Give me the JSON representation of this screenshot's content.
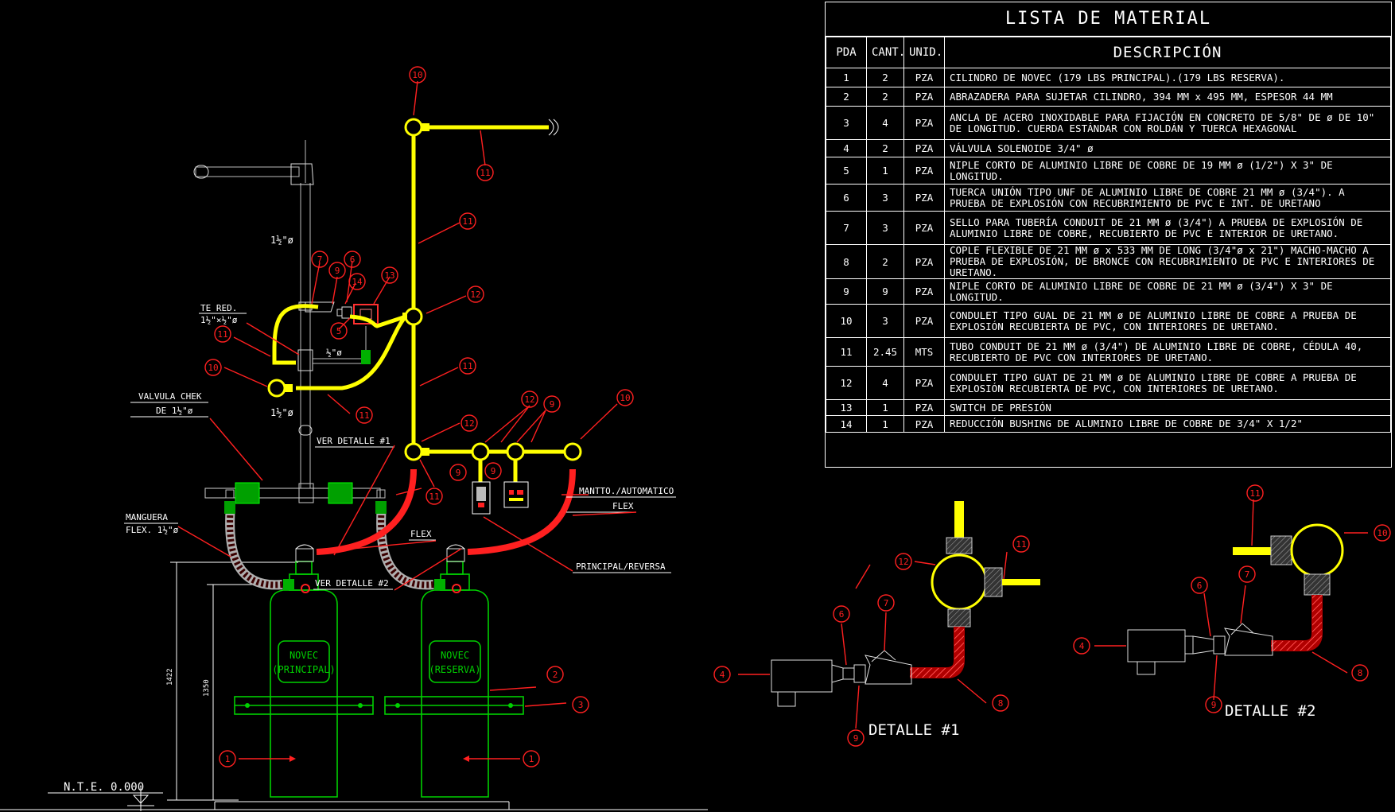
{
  "bom": {
    "title": "LISTA   DE  MATERIAL",
    "headers": {
      "pda": "PDA",
      "cant": "CANT.",
      "unid": "UNID.",
      "desc": "DESCRIPCIÓN"
    },
    "rows": [
      {
        "pda": "1",
        "cant": "2",
        "unid": "PZA",
        "desc": "CILINDRO DE NOVEC (179 LBS PRINCIPAL).(179 LBS RESERVA)."
      },
      {
        "pda": "2",
        "cant": "2",
        "unid": "PZA",
        "desc": "ABRAZADERA PARA SUJETAR CILINDRO, 394 MM x 495 MM, ESPESOR 44 MM"
      },
      {
        "pda": "3",
        "cant": "4",
        "unid": "PZA",
        "desc": "ANCLA DE ACERO INOXIDABLE PARA FIJACIÓN EN CONCRETO DE 5/8\" DE ø DE 10\" DE LONGITUD. CUERDA ESTÁNDAR CON ROLDÁN Y TUERCA HEXAGONAL"
      },
      {
        "pda": "4",
        "cant": "2",
        "unid": "PZA",
        "desc": "VÁLVULA SOLENOIDE 3/4\" ø"
      },
      {
        "pda": "5",
        "cant": "1",
        "unid": "PZA",
        "desc": "NIPLE CORTO DE ALUMINIO LIBRE DE COBRE DE 19 MM ø (1/2\") X 3\" DE LONGITUD."
      },
      {
        "pda": "6",
        "cant": "3",
        "unid": "PZA",
        "desc": "TUERCA UNIÓN TIPO UNF DE ALUMINIO LIBRE DE COBRE 21 MM ø (3/4\"). A PRUEBA DE EXPLOSIÓN CON RECUBRIMIENTO DE PVC E INT. DE URETANO"
      },
      {
        "pda": "7",
        "cant": "3",
        "unid": "PZA",
        "desc": "SELLO PARA TUBERÍA CONDUIT DE 21 MM ø (3/4\") A PRUEBA DE EXPLOSIÓN DE ALUMINIO LIBRE DE COBRE, RECUBIERTO DE PVC E INTERIOR DE URETANO."
      },
      {
        "pda": "8",
        "cant": "2",
        "unid": "PZA",
        "desc": "COPLE FLEXIBLE DE 21 MM ø x 533 MM DE LONG (3/4\"ø x 21\") MACHO-MACHO A PRUEBA DE EXPLOSIÓN, DE BRONCE CON RECUBRIMIENTO DE PVC E INTERIORES DE URETANO."
      },
      {
        "pda": "9",
        "cant": "9",
        "unid": "PZA",
        "desc": "NIPLE CORTO DE ALUMINIO LIBRE DE COBRE DE 21 MM ø (3/4\") X 3\" DE LONGITUD."
      },
      {
        "pda": "10",
        "cant": "3",
        "unid": "PZA",
        "desc": "CONDULET TIPO GUAL  DE 21 MM ø DE ALUMINIO LIBRE DE COBRE A PRUEBA DE EXPLOSIÓN RECUBIERTA DE PVC, CON INTERIORES DE URETANO."
      },
      {
        "pda": "11",
        "cant": "2.45",
        "unid": "MTS",
        "desc": "TUBO CONDUIT DE 21 MM ø (3/4\") DE ALUMINIO LIBRE DE COBRE, CÉDULA 40, RECUBIERTO DE PVC CON INTERIORES DE URETANO."
      },
      {
        "pda": "12",
        "cant": "4",
        "unid": "PZA",
        "desc": "CONDULET TIPO GUAT DE 21 MM ø DE ALUMINIO LIBRE DE COBRE A PRUEBA DE EXPLOSIÓN RECUBIERTA DE PVC, CON INTERIORES DE URETANO."
      },
      {
        "pda": "13",
        "cant": "1",
        "unid": "PZA",
        "desc": "SWITCH DE PRESIÓN"
      },
      {
        "pda": "14",
        "cant": "1",
        "unid": "PZA",
        "desc": "REDUCCIÓN BUSHING DE ALUMINIO LIBRE DE COBRE DE 3/4\" X 1/2\""
      }
    ]
  },
  "labels": {
    "pipe_1_5_top": "1½\"ø",
    "pipe_1_5_low": "1½\"ø",
    "te_red_1": "TE RED.",
    "te_red_2": "1½\"×½\"ø",
    "half_in": "½\"ø",
    "valvula_1": "VALVULA CHEK",
    "valvula_2": "DE 1½\"ø",
    "ver_detalle_1": "VER DETALLE #1",
    "ver_detalle_2": "VER DETALLE #2",
    "manguera_1": "MANGUERA",
    "manguera_2": "FLEX. 1½\"ø",
    "flex_center": "FLEX",
    "mantto": "MANTTO./AUTOMATICO",
    "flex_right": "FLEX",
    "principal_reversa": "PRINCIPAL/REVERSA",
    "novec": "NOVEC",
    "principal": "(PRINCIPAL)",
    "reserva": "(RESERVA)",
    "dim_1422": "1422",
    "dim_1350": "1350",
    "nte": "N.T.E. 0.000",
    "detalle_1": "DETALLE #1",
    "detalle_2": "DETALLE #2"
  },
  "balloons": [
    "1",
    "2",
    "3",
    "4",
    "5",
    "6",
    "7",
    "8",
    "9",
    "10",
    "11",
    "12",
    "13",
    "14"
  ],
  "colors": {
    "background": "#000000",
    "conduit": "#ffff00",
    "callout": "#ff2020",
    "cylinder": "#00d000",
    "text": "#ffffff"
  }
}
